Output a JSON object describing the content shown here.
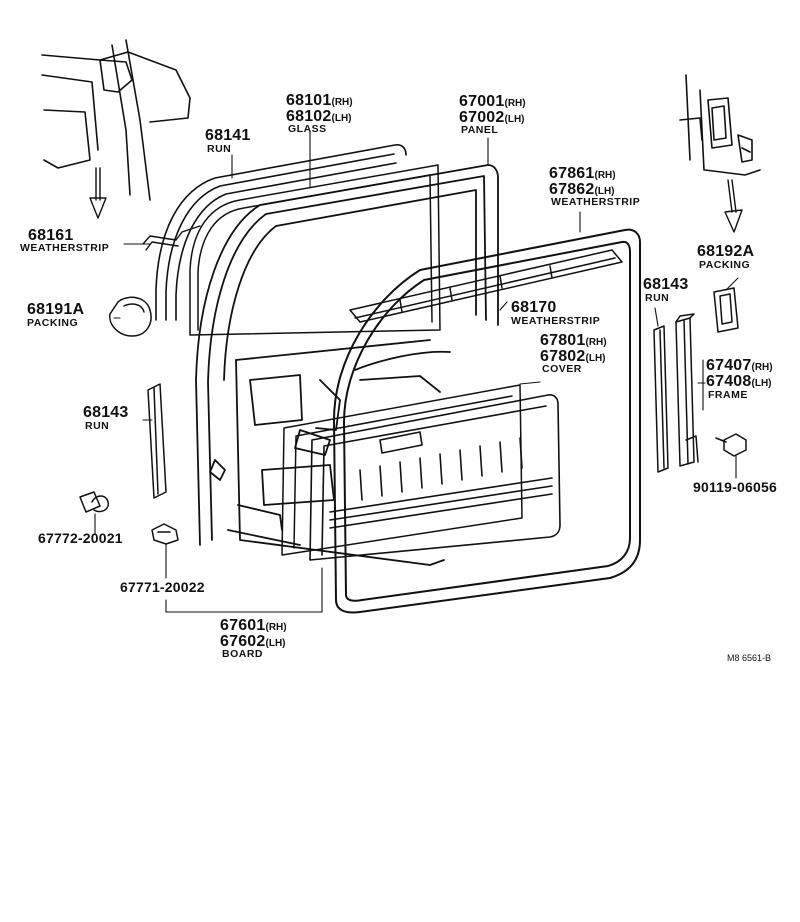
{
  "callouts": {
    "glass": {
      "rh_number": "68101",
      "rh_side": "(RH)",
      "lh_number": "68102",
      "lh_side": "(LH)",
      "caption": "GLASS"
    },
    "panel": {
      "rh_number": "67001",
      "rh_side": "(RH)",
      "lh_number": "67002",
      "lh_side": "(LH)",
      "caption": "PANEL"
    },
    "run_upper": {
      "number": "68141",
      "caption": "RUN"
    },
    "door_weatherstrip": {
      "rh_number": "67861",
      "rh_side": "(RH)",
      "lh_number": "67862",
      "lh_side": "(LH)",
      "caption": "WEATHERSTRIP"
    },
    "weatherstrip_left": {
      "number": "68161",
      "caption": "WEATHERSTRIP"
    },
    "packing_right": {
      "number": "68192A",
      "caption": "PACKING"
    },
    "packing_left": {
      "number": "68191A",
      "caption": "PACKING"
    },
    "run_right": {
      "number": "68143",
      "caption": "RUN"
    },
    "belt_weatherstrip": {
      "number": "68170",
      "caption": "WEATHERSTRIP"
    },
    "cover": {
      "rh_number": "67801",
      "rh_side": "(RH)",
      "lh_number": "67802",
      "lh_side": "(LH)",
      "caption": "COVER"
    },
    "run_left": {
      "number": "68143",
      "caption": "RUN"
    },
    "frame": {
      "rh_number": "67407",
      "rh_side": "(RH)",
      "lh_number": "67408",
      "lh_side": "(LH)",
      "caption": "FRAME"
    },
    "bolt": {
      "number": "90119-06056"
    },
    "screw": {
      "number": "67772-20021"
    },
    "clip": {
      "number": "67771-20022"
    },
    "board": {
      "rh_number": "67601",
      "rh_side": "(RH)",
      "lh_number": "67602",
      "lh_side": "(LH)",
      "caption": "BOARD"
    }
  },
  "reference": "M8 6561-B"
}
